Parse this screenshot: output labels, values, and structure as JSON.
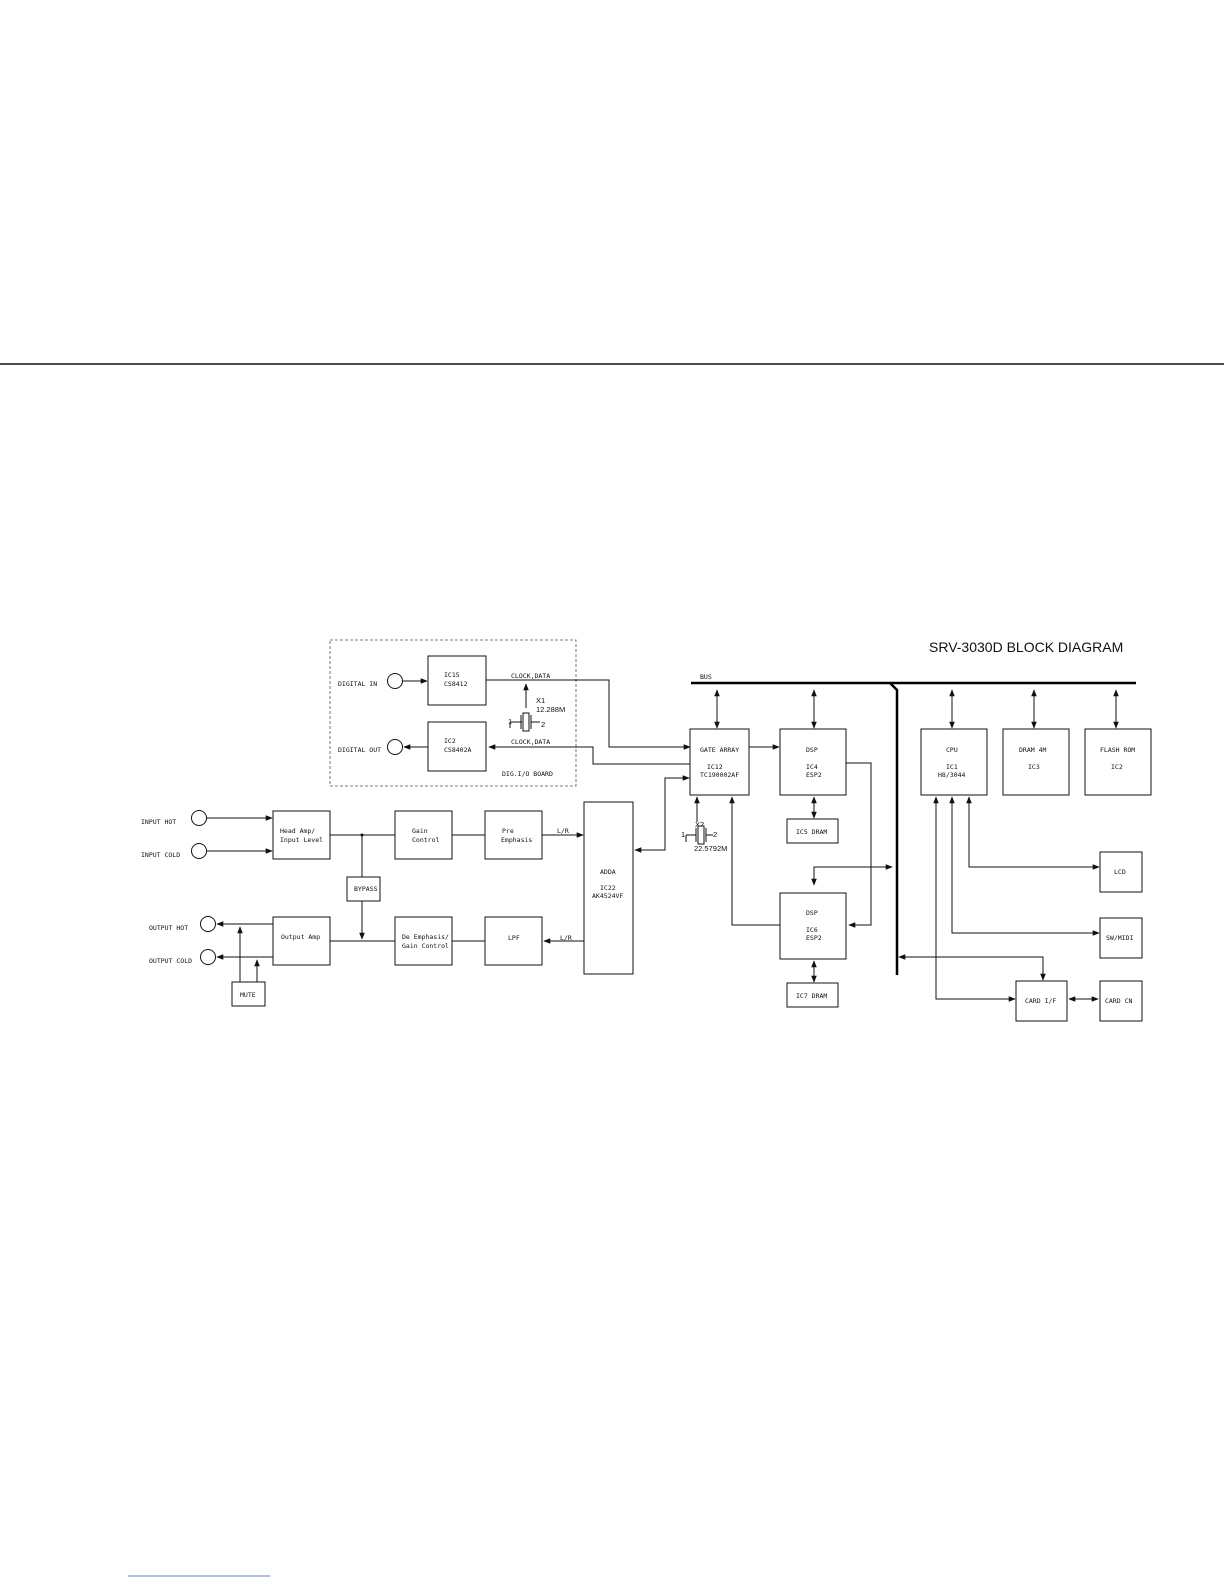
{
  "diagram": {
    "title": "SRV-3030D BLOCK DIAGRAM",
    "digital_board": {
      "label": "DIG.I/O BOARD",
      "digital_in": "DIGITAL IN",
      "digital_out": "DIGITAL OUT",
      "ic15": [
        "IC15",
        "CS8412"
      ],
      "ic2": [
        "IC2",
        "CS8402A"
      ],
      "clock_data_in": "CLOCK,DATA",
      "clock_data_out": "CLOCK,DATA",
      "x1_name": "X1",
      "x1_freq": "12.288M",
      "x1_pin1": "1",
      "x1_pin2": "2"
    },
    "bus_label": "BUS",
    "gate_array": [
      "GATE ARRAY",
      "IC12",
      "TC190002AF"
    ],
    "x2_name": "X2",
    "x2_freq": "22.5792M",
    "x2_pin1": "1",
    "x2_pin2": "2",
    "dsp1": [
      "DSP",
      "IC4",
      "ESP2"
    ],
    "dsp2": [
      "DSP",
      "IC6",
      "ESP2"
    ],
    "ic5": "IC5 DRAM",
    "ic7": "IC7 DRAM",
    "cpu": [
      "CPU",
      "IC1",
      "H8/3044"
    ],
    "dram": [
      "DRAM 4M",
      "IC3"
    ],
    "flash": [
      "FLASH ROM",
      "IC2"
    ],
    "lcd": "LCD",
    "sw_midi": "SW/MIDI",
    "card_if": "CARD I/F",
    "card_cn": "CARD CN",
    "analog": {
      "input_hot": "INPUT HOT",
      "input_cold": "INPUT COLD",
      "output_hot": "OUTPUT HOT",
      "output_cold": "OUTPUT COLD",
      "head_amp": [
        "Head Amp/",
        "Input Level"
      ],
      "gain_control": [
        "Gain",
        "Control"
      ],
      "pre_emphasis": [
        "Pre",
        "Emphasis"
      ],
      "bypass": "BYPASS",
      "output_amp": "Output Amp",
      "de_emphasis": [
        "De Emphasis/",
        "Gain Control"
      ],
      "lpf": "LPF",
      "mute": "MUTE",
      "lr_in": "L/R",
      "lr_out": "L/R",
      "adda": [
        "ADDA",
        "IC22",
        "AK4524VF"
      ]
    }
  }
}
